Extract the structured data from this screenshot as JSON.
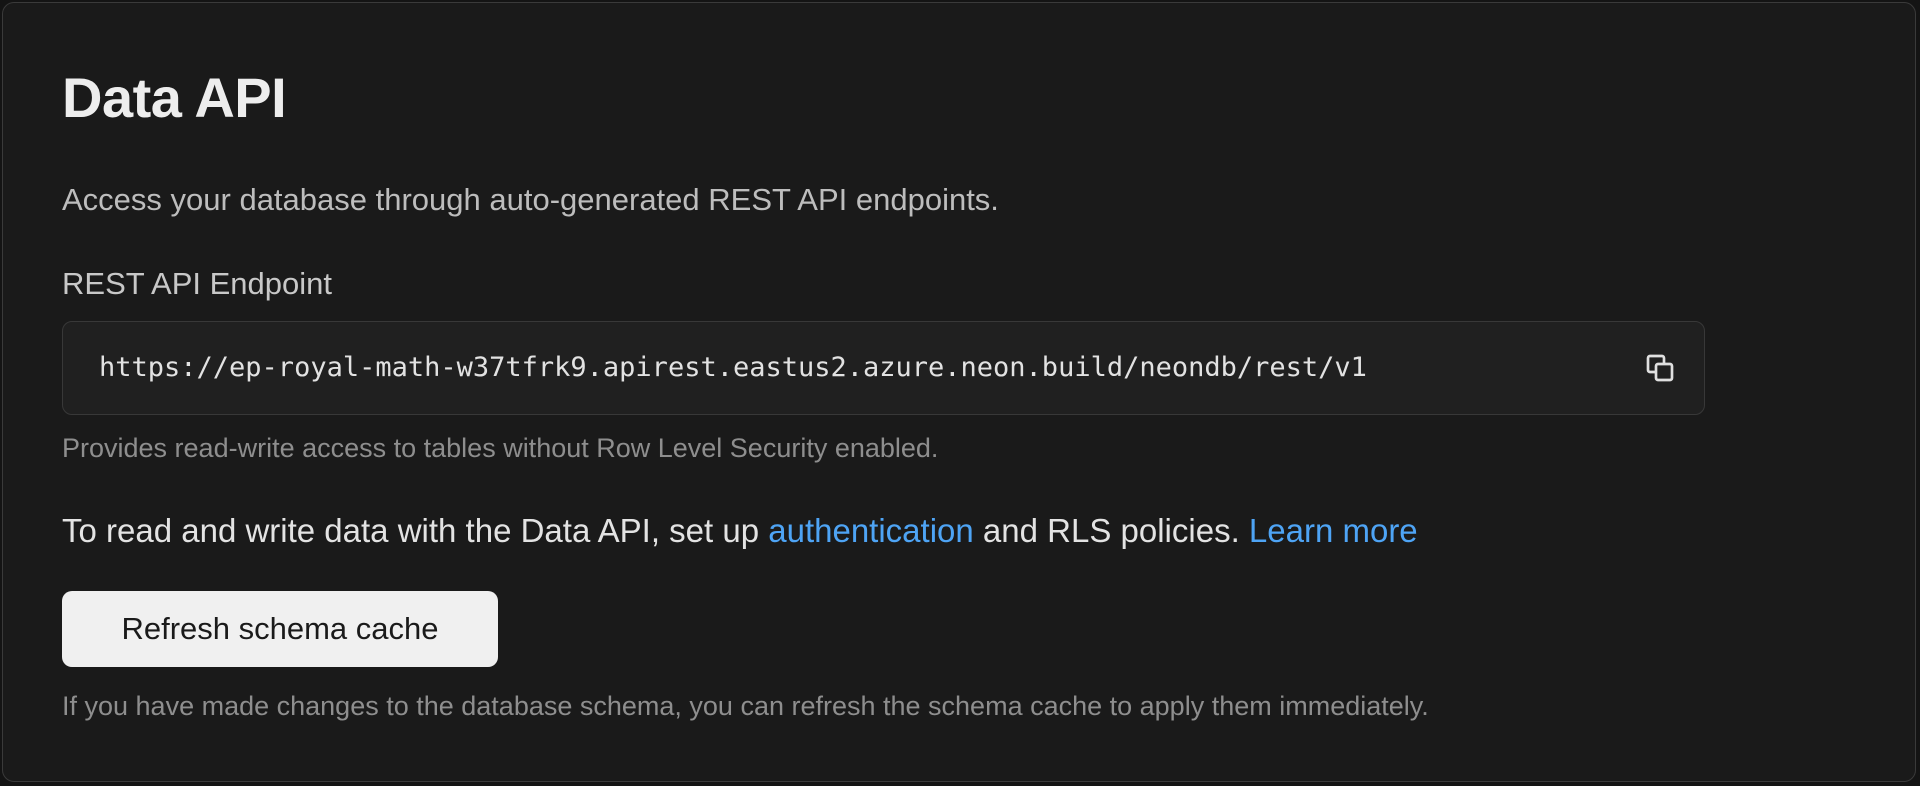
{
  "panel": {
    "title": "Data API",
    "subtitle": "Access your database through auto-generated REST API endpoints."
  },
  "endpoint": {
    "label": "REST API Endpoint",
    "url": "https://ep-royal-math-w37tfrk9.apirest.eastus2.azure.neon.build/neondb/rest/v1",
    "copy_icon": "copy-icon",
    "note": "Provides read-write access to tables without Row Level Security enabled."
  },
  "auth_notice": {
    "prefix": "To read and write data with the Data API, set up ",
    "auth_link": "authentication",
    "middle": " and RLS policies. ",
    "learn_more_link": "Learn more",
    "link_color": "#4ea4f5"
  },
  "schema_cache": {
    "button_label": "Refresh schema cache",
    "note": "If you have made changes to the database schema, you can refresh the schema cache to apply them immediately."
  }
}
